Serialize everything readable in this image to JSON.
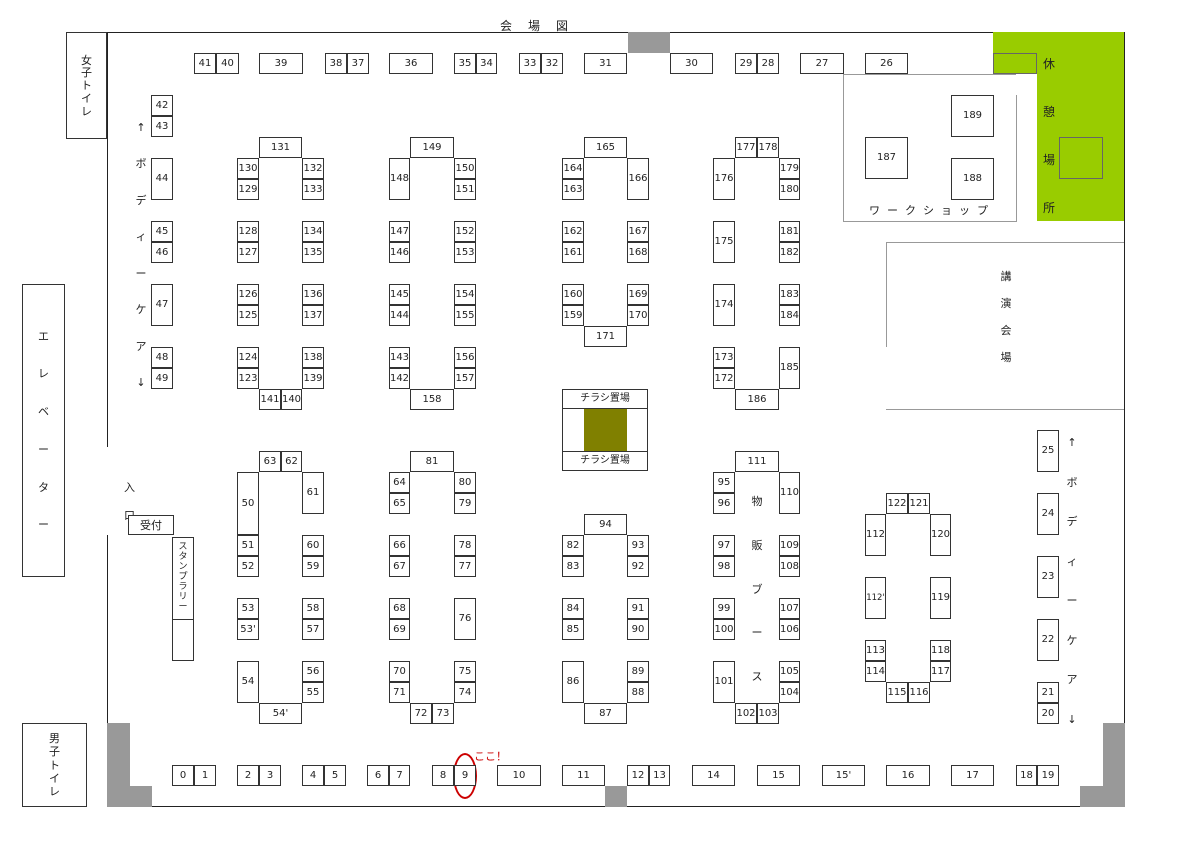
{
  "title": "会　場　図",
  "labels": {
    "womens_toilet": "女子トイレ",
    "mens_toilet": "男子トイレ",
    "elevator": "エレベーター",
    "entrance": "入口",
    "reception": "受付",
    "stamp_rally": "スタンプラリー",
    "rest_area": "休憩場所",
    "workshop": "ワークショップ",
    "lecture_hall": "講演会場",
    "merch_booth": "物販ブース",
    "flyer_top": "チラシ置場",
    "flyer_bottom": "チラシ置場",
    "bodycare_left": "↑ボディーケア↓",
    "bodycare_right": "↑ボディーケア↓",
    "here": "ここ！"
  },
  "colors": {
    "rest_area": "#99cc00",
    "flyer_box": "#808000",
    "marker": "#cc0000",
    "gray_block": "#999999"
  },
  "booths": [
    "41",
    "40",
    "39",
    "38",
    "37",
    "36",
    "35",
    "34",
    "33",
    "32",
    "31",
    "30",
    "29",
    "28",
    "27",
    "26",
    "42",
    "43",
    "44",
    "45",
    "46",
    "47",
    "48",
    "49",
    "131",
    "130",
    "129",
    "132",
    "133",
    "128",
    "127",
    "134",
    "135",
    "126",
    "125",
    "136",
    "137",
    "124",
    "123",
    "138",
    "139",
    "141",
    "140",
    "149",
    "148",
    "150",
    "151",
    "147",
    "146",
    "152",
    "153",
    "145",
    "144",
    "154",
    "155",
    "143",
    "142",
    "156",
    "157",
    "158",
    "165",
    "164",
    "163",
    "166",
    "162",
    "161",
    "167",
    "168",
    "160",
    "159",
    "169",
    "170",
    "171",
    "177",
    "178",
    "176",
    "179",
    "180",
    "175",
    "181",
    "182",
    "174",
    "183",
    "184",
    "173",
    "172",
    "185",
    "186",
    "189",
    "187",
    "188",
    "63",
    "62",
    "50",
    "61",
    "51",
    "52",
    "60",
    "59",
    "53",
    "53'",
    "58",
    "57",
    "54",
    "56",
    "55",
    "54'",
    "81",
    "64",
    "65",
    "80",
    "79",
    "66",
    "67",
    "78",
    "77",
    "68",
    "69",
    "76",
    "70",
    "71",
    "75",
    "74",
    "72",
    "73",
    "94",
    "82",
    "83",
    "93",
    "92",
    "84",
    "85",
    "91",
    "90",
    "86",
    "89",
    "88",
    "87",
    "111",
    "95",
    "96",
    "110",
    "97",
    "98",
    "109",
    "108",
    "99",
    "100",
    "107",
    "106",
    "101",
    "105",
    "104",
    "102",
    "103",
    "122",
    "121",
    "112",
    "120",
    "112'",
    "119",
    "113",
    "114",
    "118",
    "117",
    "115",
    "116",
    "25",
    "24",
    "23",
    "22",
    "21",
    "20",
    "0",
    "1",
    "2",
    "3",
    "4",
    "5",
    "6",
    "7",
    "8",
    "9",
    "10",
    "11",
    "12",
    "13",
    "14",
    "15",
    "15'",
    "16",
    "17",
    "18",
    "19"
  ]
}
